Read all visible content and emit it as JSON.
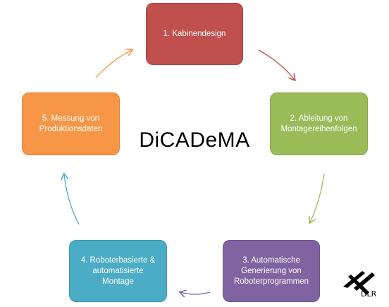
{
  "diagram": {
    "center_title": "DiCADeMA",
    "steps": [
      {
        "label": "1. Kabinendesign",
        "color": "#c0504d"
      },
      {
        "label": "2. Ableitung von\nMontagereihenfolgen",
        "color": "#9bbb59"
      },
      {
        "label": "3. Automatische\nGenerierung von\nRoboterprogrammen",
        "color": "#8064a2"
      },
      {
        "label": "4. Roboterbasierte &\nautomatisierte\nMontage",
        "color": "#4bacc6"
      },
      {
        "label": "5. Messung von\nProduktionsdaten",
        "color": "#f79646"
      }
    ]
  },
  "logo": {
    "text": "DLR"
  }
}
